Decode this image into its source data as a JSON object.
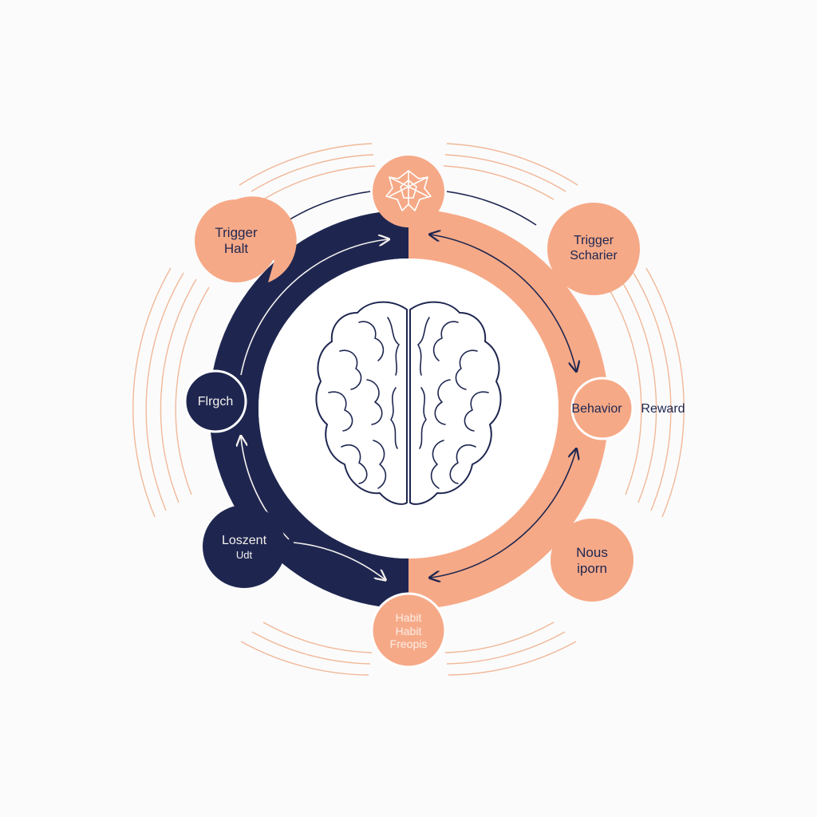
{
  "colors": {
    "navy": "#1e2650",
    "peach": "#f6a987",
    "peach_light": "#f9b99b",
    "line": "#1e2650",
    "background": "#fbfbfb",
    "ring_lines": "#f1b899"
  },
  "center": {
    "icon": "brain-icon"
  },
  "nodes": {
    "top": {
      "icon": "star-polygon-icon"
    },
    "top_left": {
      "line1": "Trigger",
      "line2": "Halt"
    },
    "top_right": {
      "line1": "Trigger",
      "line2": "Scharier"
    },
    "left": {
      "line1": "Flrgch"
    },
    "right_inner": {
      "line1": "Behavior"
    },
    "right_outer": {
      "line1": "Reward"
    },
    "bottom_left": {
      "line1": "Loszent",
      "line2": "Udt"
    },
    "bottom_right": {
      "line1": "Nous",
      "line2": "iporn"
    },
    "bottom": {
      "line1": "Habit",
      "line2": "Habit",
      "line3": "Freopis"
    }
  }
}
